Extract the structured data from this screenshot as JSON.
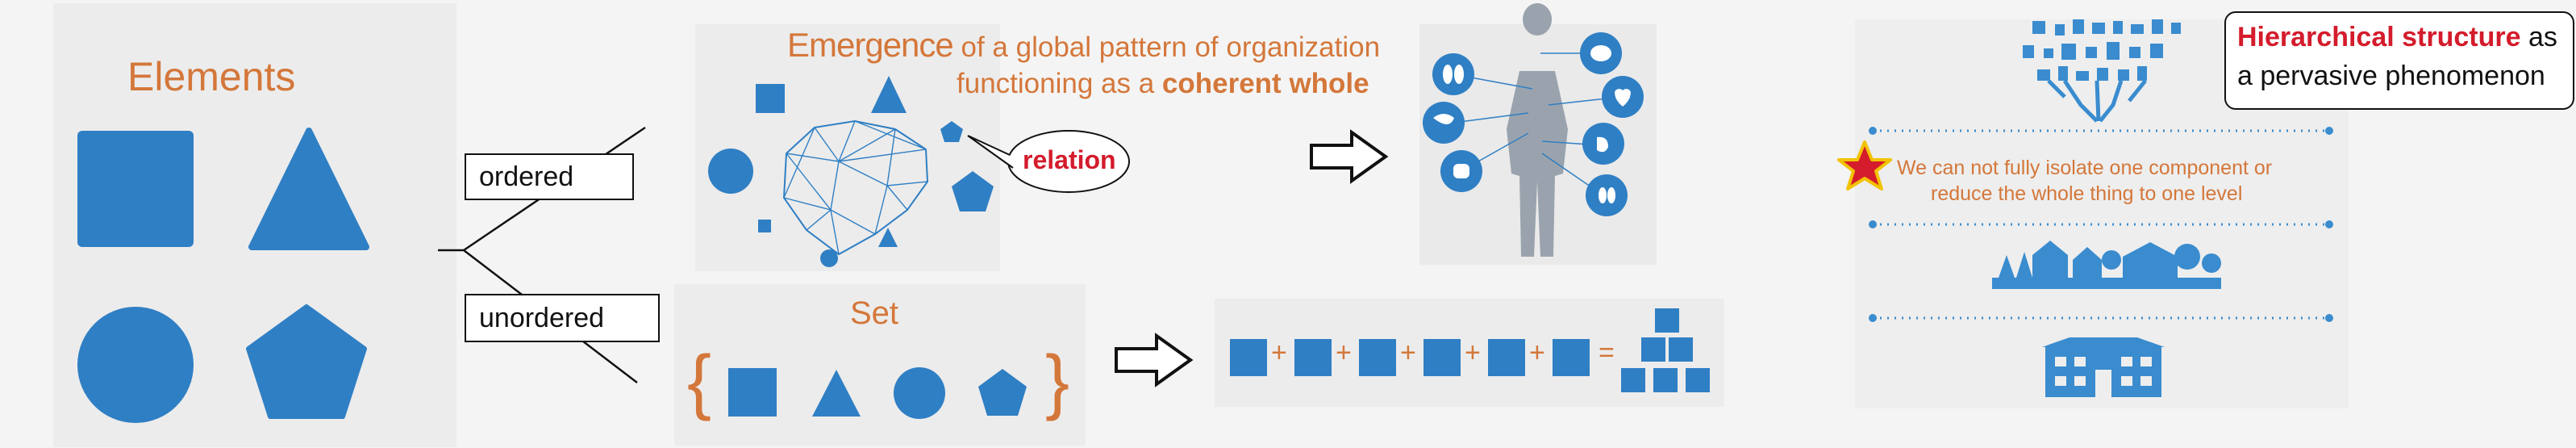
{
  "elements_panel": {
    "title": "Elements"
  },
  "branches": {
    "ordered": "ordered",
    "unordered": "unordered"
  },
  "emergence": {
    "line1_big": "Emergence",
    "line1_rest": "of a global pattern of organization",
    "line2_pre": "functioning as a",
    "line2_bold": "coherent whole",
    "relation": "relation"
  },
  "set_panel": {
    "title": "Set",
    "brace_open": "{",
    "brace_close": "}"
  },
  "sum_row": {
    "plus": "+",
    "equals": "="
  },
  "hierarchy": {
    "headline_bold": "Hierarchical structure",
    "headline_rest1": "as",
    "headline_rest2": "a pervasive phenomenon",
    "note_line1": "We can not fully isolate one component or",
    "note_line2": "reduce the whole thing to one level"
  },
  "colors": {
    "shape_blue": "#2f7fc4",
    "accent_orange": "#d4773a",
    "accent_red": "#d41c2c",
    "panel": "#ececec"
  }
}
